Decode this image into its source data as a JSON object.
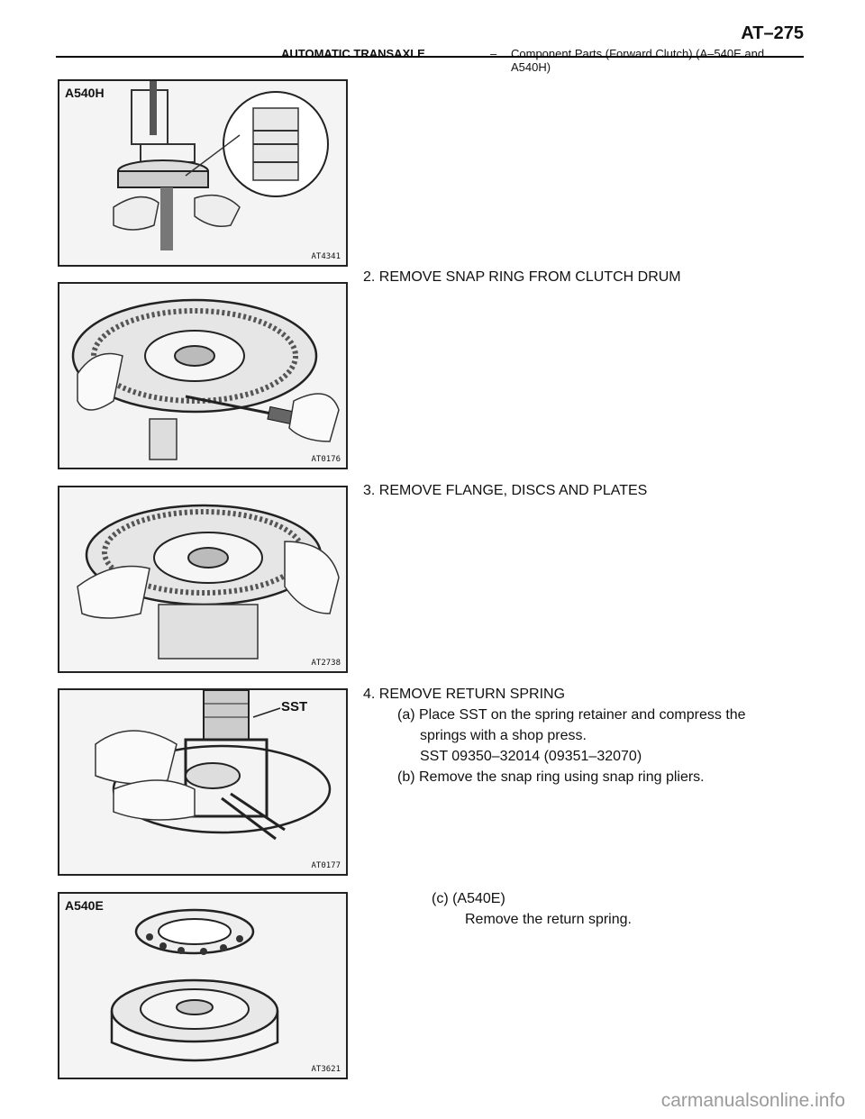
{
  "header": {
    "section": "AUTOMATIC TRANSAXLE",
    "separator": "–",
    "subtitle": "Component Parts (Forward Clutch) (A–540E and A540H)",
    "page_number": "AT–275"
  },
  "figures": [
    {
      "label": "A540H",
      "code": "AT4341"
    },
    {
      "label": "",
      "code": "AT0176"
    },
    {
      "label": "",
      "code": "AT2738"
    },
    {
      "label": "",
      "code": "AT0177",
      "callout": "SST"
    },
    {
      "label": "A540E",
      "code": "AT3621"
    }
  ],
  "steps": {
    "step2": {
      "title": "2. REMOVE SNAP RING FROM CLUTCH DRUM"
    },
    "step3": {
      "title": "3. REMOVE FLANGE, DISCS AND PLATES"
    },
    "step4": {
      "title": "4. REMOVE RETURN SPRING",
      "a_line1": "(a) Place SST on the spring retainer and compress the",
      "a_line2": "springs with a shop press.",
      "a_line3": "SST  09350–32014  (09351–32070)",
      "b": "(b) Remove the snap ring using snap ring pliers.",
      "c_line1": "(c) (A540E)",
      "c_line2": "Remove the return spring."
    }
  },
  "footer": {
    "watermark": "carmanualsonline.info"
  }
}
